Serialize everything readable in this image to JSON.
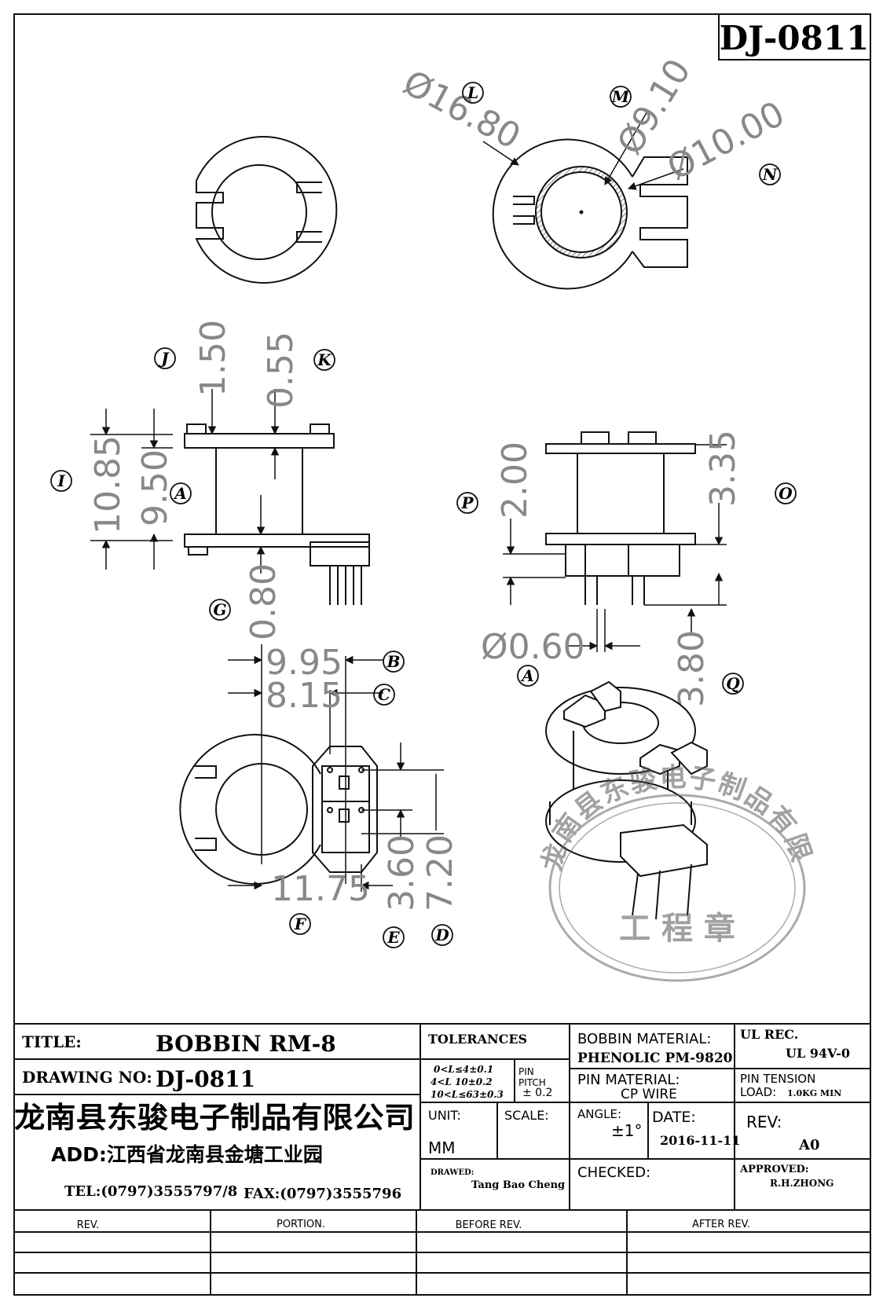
{
  "drawing_number_box": "DJ-0811",
  "dimensions": {
    "d16_80": "Ø16.80",
    "d9_10": "Ø9.10",
    "d10_00": "Ø10.00",
    "h1_50": "1.50",
    "h0_55": "0.55",
    "h10_85": "10.85",
    "h9_50": "9.50",
    "h0_80": "0.80",
    "h2_00": "2.00",
    "h3_35": "3.35",
    "h3_80": "3.80",
    "d0_60": "Ø0.60",
    "w9_95": "9.95",
    "w8_15": "8.15",
    "w11_75": "11.75",
    "h3_60": "3.60",
    "h7_20": "7.20"
  },
  "markers": {
    "L": "L",
    "M": "M",
    "N": "N",
    "J": "J",
    "K": "K",
    "I": "I",
    "A1": "A",
    "G": "G",
    "P": "P",
    "O": "O",
    "A2": "A",
    "Q": "Q",
    "B": "B",
    "C": "C",
    "F": "F",
    "E": "E",
    "D": "D"
  },
  "stamp": {
    "ring_text": "龙南县东骏电子制品有限公司",
    "center_text": "工 程 章"
  },
  "title_block": {
    "title_label": "TITLE:",
    "title_value": "BOBBIN RM-8",
    "drawing_no_label": "DRAWING NO:",
    "drawing_no_value": "DJ-0811",
    "company": "龙南县东骏电子制品有限公司",
    "address": "ADD:江西省龙南县金塘工业园",
    "tel": "TEL:(0797)3555797/8",
    "fax": "FAX:(0797)3555796",
    "tolerances_label": "TOLERANCES",
    "tol_line1": "0<L≤4±0.1",
    "tol_line2": "4<L   10±0.2",
    "tol_line3": "10<L≤63±0.3",
    "pin_pitch_label1": "PIN",
    "pin_pitch_label2": "PITCH",
    "pin_pitch_value": "± 0.2",
    "bobbin_material_label": "BOBBIN MATERIAL:",
    "bobbin_material_value": "PHENOLIC PM-9820",
    "ul_label": "UL REC.",
    "ul_value": "UL  94V-0",
    "pin_material_label": "PIN MATERIAL:",
    "pin_material_value": "CP WIRE",
    "pin_tension_label": "PIN TENSION",
    "pin_tension_load": "LOAD:",
    "pin_tension_value": "1.0KG MIN",
    "unit_label": "UNIT:",
    "unit_value": "MM",
    "scale_label": "SCALE:",
    "angle_label": "ANGLE:",
    "angle_value": "±1°",
    "date_label": "DATE:",
    "date_value": "2016-11-11",
    "rev_label": "REV:",
    "rev_value": "A0",
    "drawn_label": "DRAWED:",
    "drawn_value": "Tang Bao Cheng",
    "checked_label": "CHECKED:",
    "approved_label": "APPROVED:",
    "approved_value": "R.H.ZHONG"
  },
  "revision_table": {
    "headers": [
      "REV.",
      "PORTION.",
      "BEFORE REV.",
      "AFTER REV."
    ]
  }
}
